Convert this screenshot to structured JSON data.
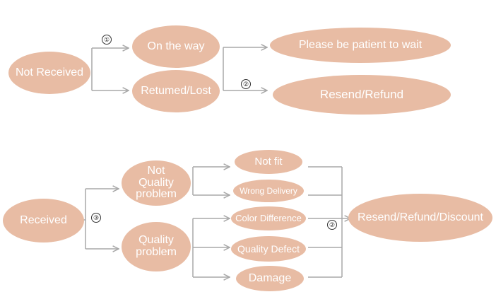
{
  "colors": {
    "node_fill": "#E8BCA4",
    "node_text": "#ffffff",
    "line": "#a8a8a8"
  },
  "nodes": {
    "not_received": "Not Received",
    "on_the_way": "On the way",
    "returned_lost": "Retumed/Lost",
    "please_wait": "Please be patient to wait",
    "resend_refund": "Resend/Refund",
    "received": "Received",
    "not_quality_problem": "Not Quality problem",
    "quality_problem": "Quality problem",
    "not_fit": "Not fit",
    "wrong_delivery": "Wrong Delivery",
    "color_difference": "Color Difference",
    "quality_defect": "Quality Defect",
    "damage": "Damage",
    "resend_refund_discount": "Resend/Refund/Discount"
  },
  "badges": {
    "badge_1": "①",
    "badge_2_top": "②",
    "badge_3": "③",
    "badge_2_bottom": "②"
  }
}
